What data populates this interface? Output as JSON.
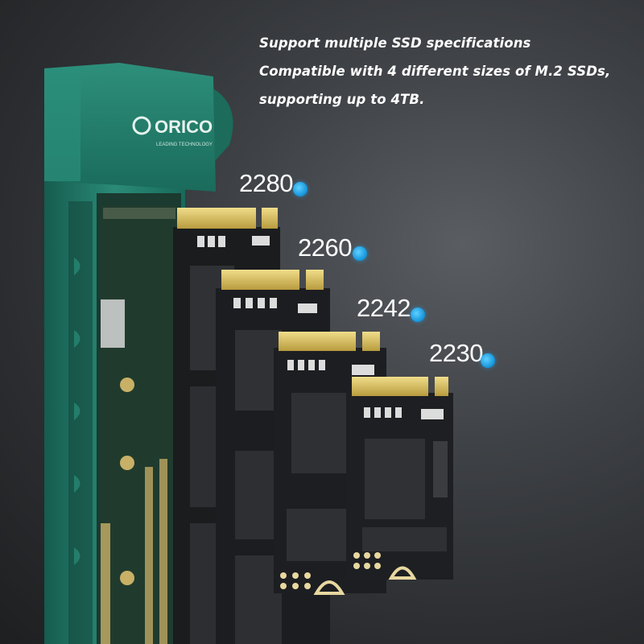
{
  "headline": {
    "line1": "Support multiple SSD specifications",
    "line2": "Compatible with 4 different sizes of M.2 SSDs,",
    "line3": "supporting up to 4TB."
  },
  "brand": {
    "logo_text": "ORICO",
    "logo_sub": "LEADING TECHNOLOGY"
  },
  "sizes": [
    {
      "label": "2280"
    },
    {
      "label": "2260"
    },
    {
      "label": "2242"
    },
    {
      "label": "2230"
    }
  ],
  "colors": {
    "enclosure_green": "#1f7a68",
    "pcb": "#1a1c1e",
    "gold": "#d9c36a",
    "accent_blue": "#1c9be0"
  }
}
